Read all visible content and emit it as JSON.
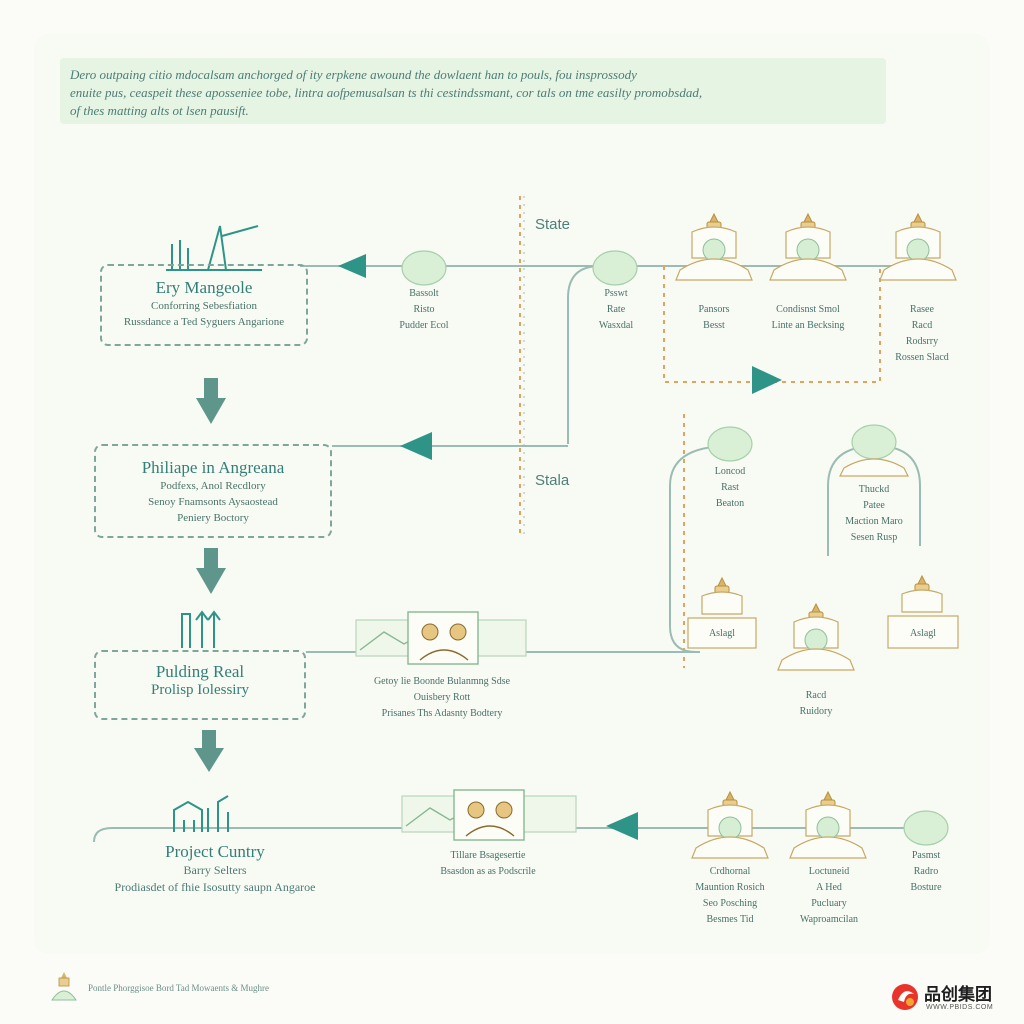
{
  "intro": {
    "lines": [
      "Dero outpaing citio mdocalsam anchorged of ity erpkene awound the dowlaent han to pouls, fou insprossody",
      "enuite pus, ceaspeit these aposseniee tobe, lintra aofpemusalsan ts thi cestindssmant, cor tals on tme easilty promobsdad,",
      "of thes matting alts ot lsen pausift."
    ]
  },
  "state_labels": [
    "State",
    "Stala"
  ],
  "flow_boxes": [
    {
      "title": "Ery Mangeole",
      "lines": [
        "Conforring Sebesfiation",
        "Russdance a Ted Syguers Angarione"
      ]
    },
    {
      "title": "Philiape in Angreana",
      "lines": [
        "Podfexs, Anol Recdlory",
        "Senoy Fnamsonts Aysaostead",
        "Peniery Boctory"
      ]
    },
    {
      "title": "Pulding Real",
      "lines": [
        "Prolisp Iolessiry"
      ]
    }
  ],
  "project": {
    "title": "Project Cuntry",
    "lines": [
      "Barry Selters",
      "Prodiasdet of fhie Isosutty saupn Angaroe"
    ]
  },
  "node_labels": {
    "r1_a": [
      "Bassolt",
      "Risto",
      "Pudder Ecol"
    ],
    "r1_b": [
      "Psswt",
      "Rate",
      "Wasxdal"
    ],
    "r1_c": [
      "Pansors",
      "Besst"
    ],
    "r1_d": [
      "Condisnst Smol",
      "Linte an Becksing"
    ],
    "r1_e": [
      "Rasee",
      "Racd",
      "Rodsrry",
      "Rossen Slacd"
    ],
    "m_a": [
      "Loncod",
      "Rast",
      "Beaton"
    ],
    "m_b": [
      "Thuckd",
      "Patee",
      "Maction Maro",
      "Sesen Rusp"
    ],
    "tag_1": "Aslagl",
    "tag_2": "Aslagl",
    "m_c": [
      "Racd",
      "Ruidory"
    ],
    "scene_1": [
      "Getoy lie Boonde Bulanmng Sdse",
      "Ouisbery Rott",
      "Prisanes Ths Adasnty Bodtery"
    ],
    "scene_2": [
      "Tillare Bsagesertie",
      "Bsasdon as as Podscrile"
    ],
    "b_a": [
      "Crdhornal",
      "Mauntion Rosich",
      "Seo Posching",
      "Besmes Tid"
    ],
    "b_b": [
      "Loctuneid",
      "A Hed",
      "Pucluary",
      "Waproamcilan"
    ],
    "b_c": [
      "Pasmst",
      "Radro",
      "Bosture"
    ]
  },
  "footer": "Pontle Phorggisoe Bord Tad Mowaents & Mughre",
  "brand": {
    "name": "品创集团",
    "url": "WWW.PBIDS.COM"
  },
  "colors": {
    "teal": "#2f9488",
    "mint": "#d9f0d6",
    "gold": "#c9a458",
    "orange": "#e3a35c",
    "line": "#9bbcb4"
  }
}
